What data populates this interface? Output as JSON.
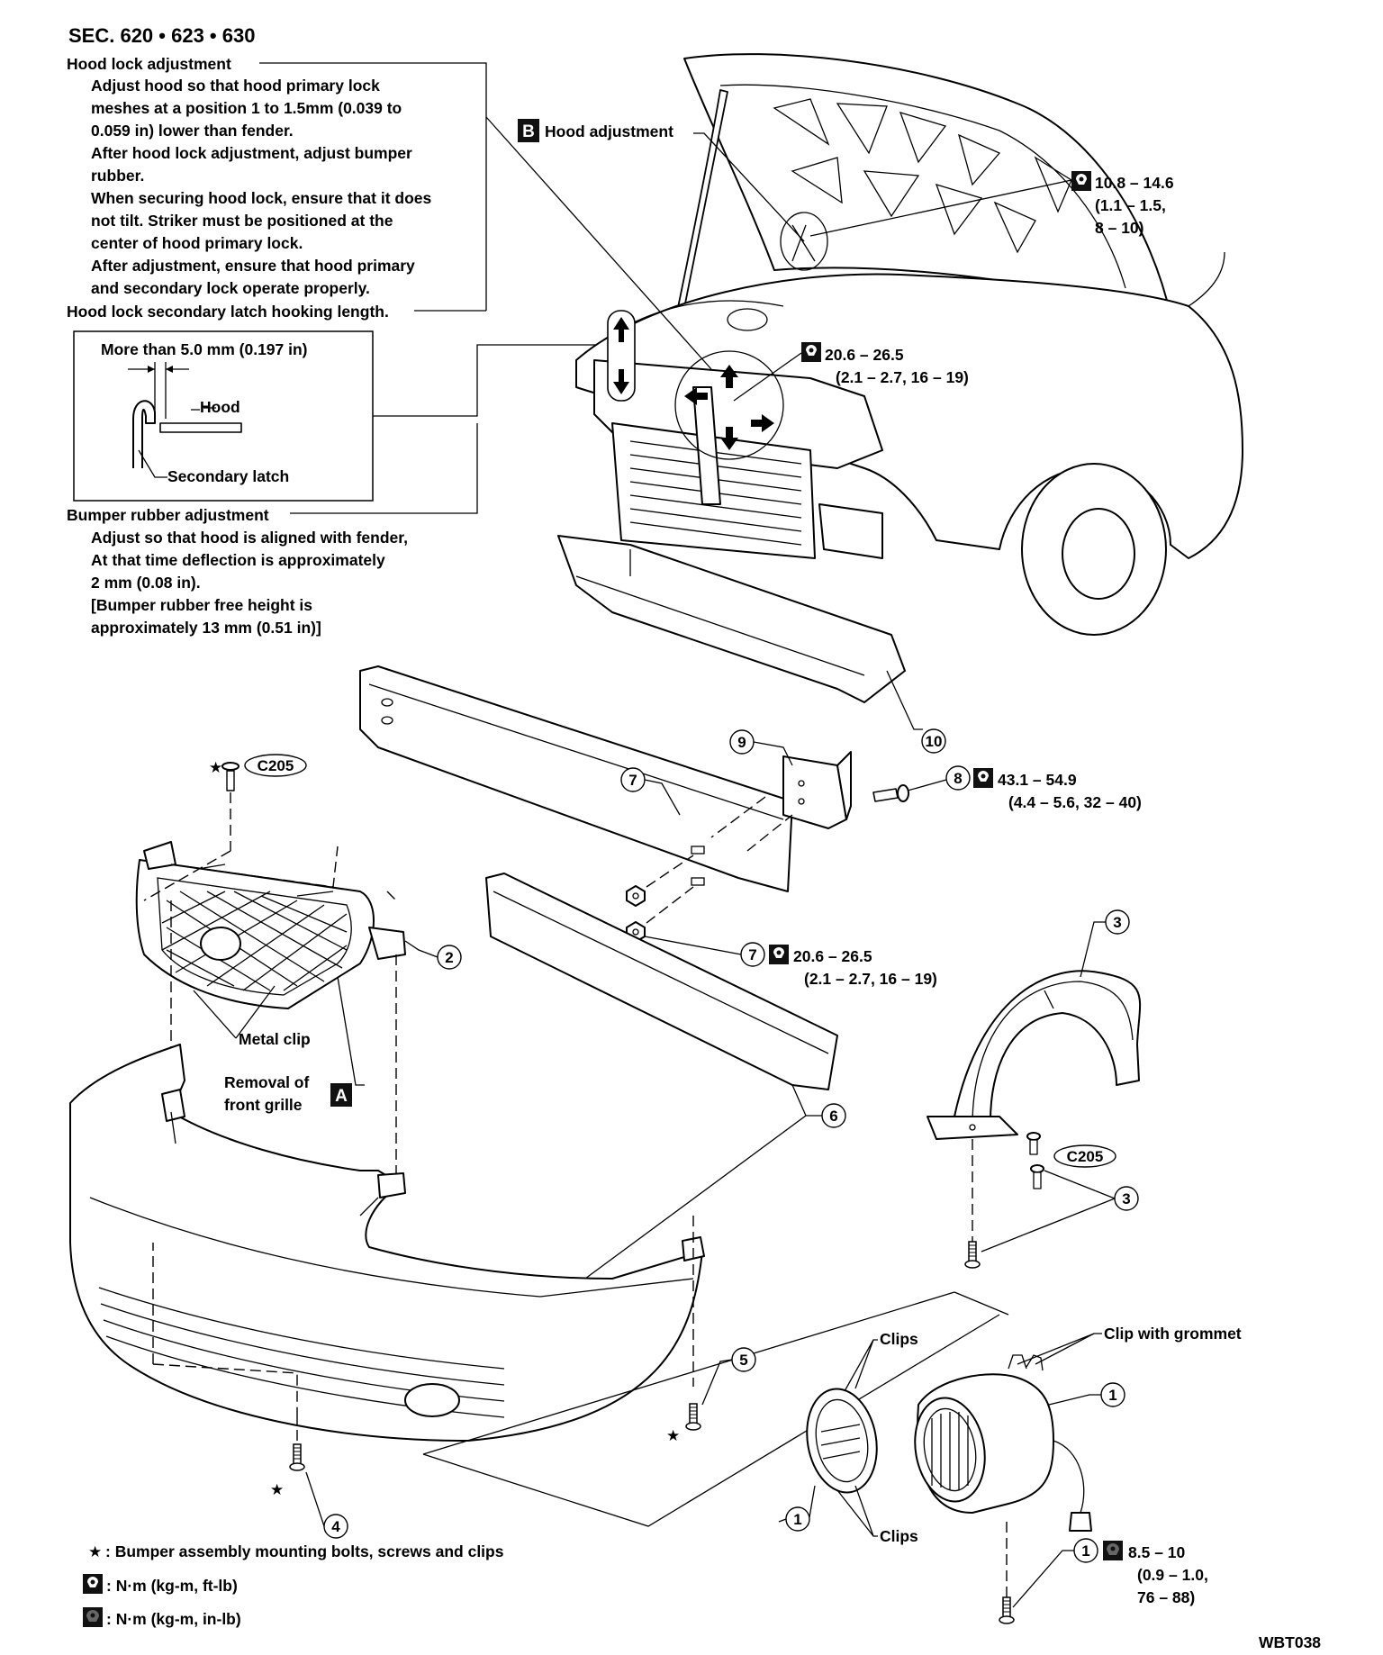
{
  "section_title": "SEC. 620 • 623 • 630",
  "hood_lock": {
    "heading": "Hood lock adjustment",
    "lines": [
      "Adjust hood so that hood primary lock",
      "meshes at a position 1 to 1.5mm (0.039 to",
      "0.059 in) lower than fender.",
      "After hood lock adjustment, adjust bumper",
      "rubber.",
      "When securing hood lock, ensure that it does",
      "not tilt. Striker must be positioned at the",
      "center of hood primary lock.",
      "After adjustment, ensure that hood primary",
      "and secondary lock operate properly."
    ],
    "secondary_heading": "Hood lock secondary latch hooking length."
  },
  "latch_box": {
    "measure": "More than 5.0 mm (0.197 in)",
    "hood_label": "Hood",
    "latch_label": "Secondary latch"
  },
  "bumper_rubber": {
    "heading": "Bumper rubber adjustment",
    "lines": [
      "Adjust so that hood is aligned with fender,",
      "At that time deflection is approximately",
      "2 mm (0.08 in).",
      "[Bumper rubber free height is",
      "approximately 13 mm (0.51 in)]"
    ]
  },
  "hood_adjustment": {
    "badge": "B",
    "label": "Hood adjustment"
  },
  "torques": {
    "hood_hinge": [
      "10.8 – 14.6",
      "(1.1 – 1.5,",
      "8 – 10)"
    ],
    "hood_lock": [
      "20.6 – 26.5",
      "(2.1 – 2.7, 16 – 19)"
    ],
    "bracket_8": [
      "43.1 – 54.9",
      "(4.4 – 5.6, 32 – 40)"
    ],
    "nut_7": [
      "20.6 – 26.5",
      "(2.1 – 2.7, 16 – 19)"
    ],
    "foglamp_1": [
      "8.5 – 10",
      "(0.9 – 1.0,",
      "76 – 88)"
    ]
  },
  "callouts": {
    "c1": "1",
    "c2": "2",
    "c3": "3",
    "c4": "4",
    "c5": "5",
    "c6": "6",
    "c7": "7",
    "c8": "8",
    "c9": "9",
    "c10": "10"
  },
  "clip_codes": {
    "upper": "C205",
    "lower": "C205"
  },
  "labels": {
    "metal_clip": "Metal clip",
    "removal_line1": "Removal of",
    "removal_line2": "front grille",
    "removal_badge": "A",
    "clips_top": "Clips",
    "clips_bottom": "Clips",
    "clip_with_grommet": "Clip with grommet"
  },
  "legend": {
    "star_symbol": "★",
    "star_text": ": Bumper assembly mounting bolts, screws and clips",
    "nm_ft": ": N·m (kg-m, ft-lb)",
    "nm_in": ": N·m (kg-m, in-lb)"
  },
  "ref_code": "WBT038"
}
